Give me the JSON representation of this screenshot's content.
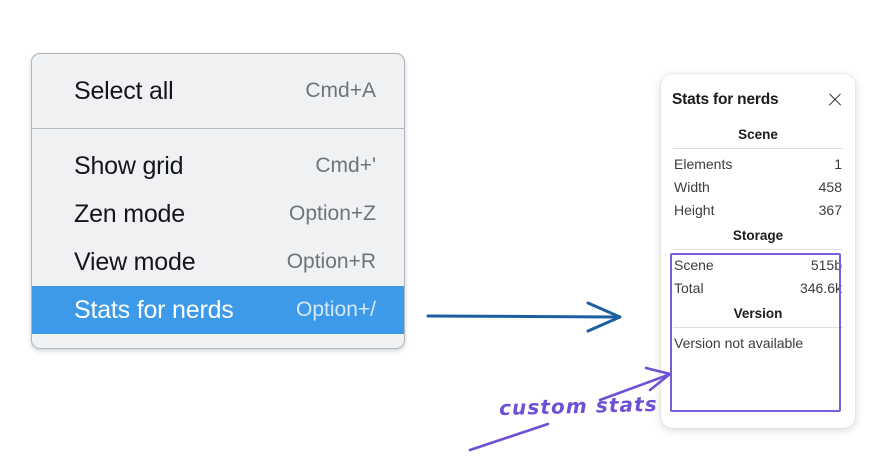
{
  "context_menu": {
    "groups": [
      {
        "items": [
          {
            "label": "Select all",
            "shortcut": "Cmd+A",
            "selected": false
          }
        ]
      },
      {
        "items": [
          {
            "label": "Show grid",
            "shortcut": "Cmd+'",
            "selected": false
          },
          {
            "label": "Zen mode",
            "shortcut": "Option+Z",
            "selected": false
          },
          {
            "label": "View mode",
            "shortcut": "Option+R",
            "selected": false
          },
          {
            "label": "Stats for nerds",
            "shortcut": "Option+/",
            "selected": true
          }
        ]
      }
    ],
    "highlight_color": "#3d9ae8"
  },
  "stats_panel": {
    "title": "Stats for nerds",
    "close_icon": "close-icon",
    "sections": [
      {
        "name": "scene",
        "heading": "Scene",
        "rows": [
          {
            "key": "Elements",
            "value": "1"
          },
          {
            "key": "Width",
            "value": "458"
          },
          {
            "key": "Height",
            "value": "367"
          }
        ]
      },
      {
        "name": "storage",
        "heading": "Storage",
        "rows": [
          {
            "key": "Scene",
            "value": "515b"
          },
          {
            "key": "Total",
            "value": "346.6k"
          }
        ]
      },
      {
        "name": "version",
        "heading": "Version",
        "note": "Version not available"
      }
    ]
  },
  "annotations": {
    "handwriting_label": "custom stats",
    "handwriting_color": "#6e4fd6",
    "highlight_box_color": "#7c5cdd",
    "blue_arrow_color": "#1f5fa0"
  }
}
